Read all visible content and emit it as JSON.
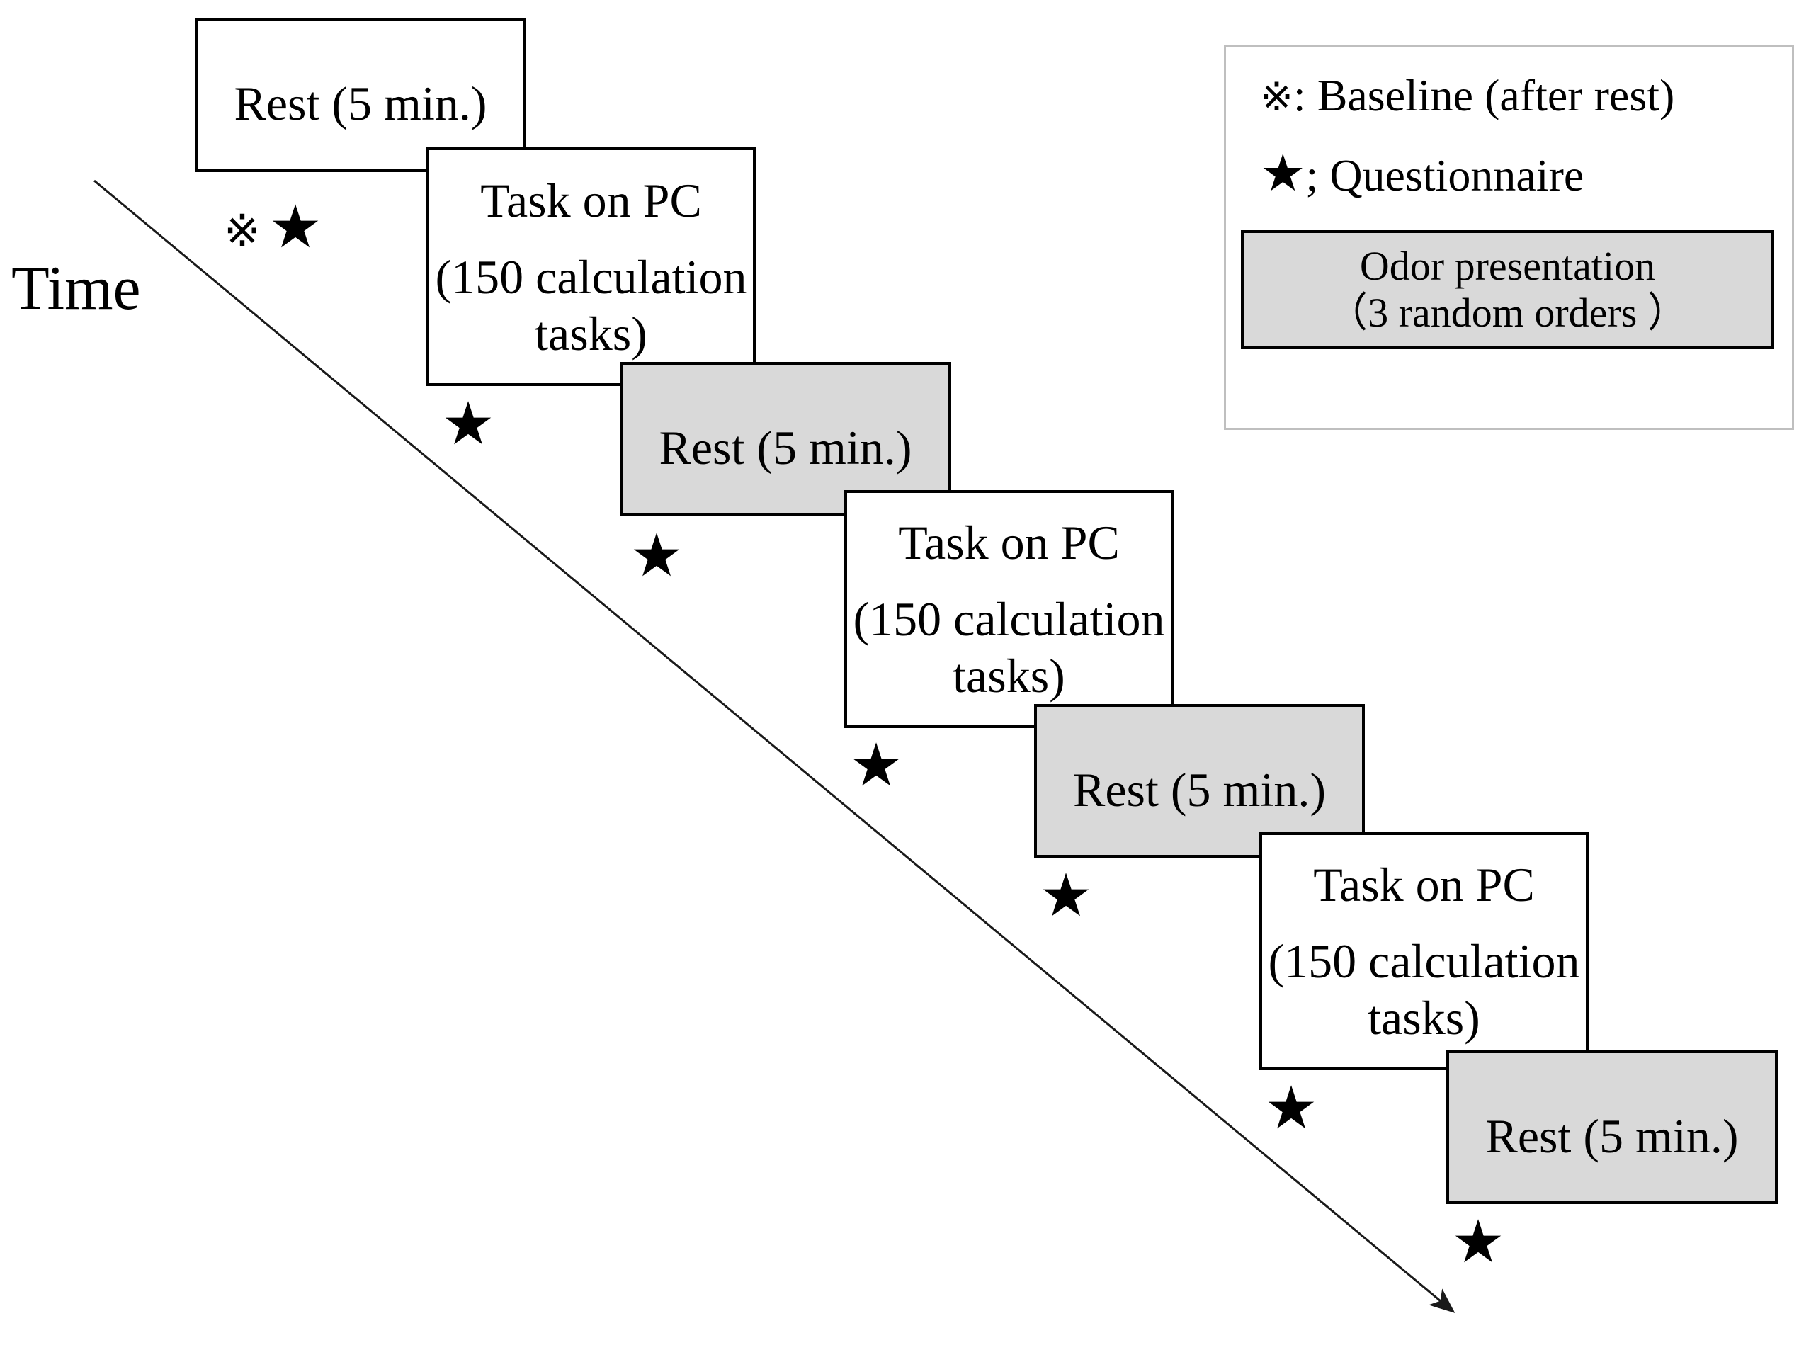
{
  "time_axis_label": "Time",
  "symbols": {
    "baseline": "※",
    "questionnaire": "★"
  },
  "sequence": [
    {
      "label": "Rest (5 min.)",
      "style": "white",
      "markers": [
        "baseline",
        "questionnaire"
      ]
    },
    {
      "title": "Task on PC",
      "subtitle": "(150 calculation tasks)",
      "lines": [
        "(150 calculation",
        "tasks)"
      ],
      "style": "white",
      "markers": [
        "questionnaire"
      ]
    },
    {
      "label": "Rest (5 min.)",
      "style": "gray",
      "markers": [
        "questionnaire"
      ]
    },
    {
      "title": "Task on PC",
      "subtitle": "(150 calculation tasks)",
      "lines": [
        "(150 calculation",
        "tasks)"
      ],
      "style": "white",
      "markers": [
        "questionnaire"
      ]
    },
    {
      "label": "Rest (5 min.)",
      "style": "gray",
      "markers": [
        "questionnaire"
      ]
    },
    {
      "title": "Task on PC",
      "subtitle": "(150 calculation tasks)",
      "lines": [
        "(150 calculation",
        "tasks)"
      ],
      "style": "white",
      "markers": [
        "questionnaire"
      ]
    },
    {
      "label": "Rest (5 min.)",
      "style": "gray",
      "markers": [
        "questionnaire"
      ]
    }
  ],
  "legend": {
    "items": [
      {
        "symbol": "※",
        "separator": ": ",
        "label": "Baseline (after rest)"
      },
      {
        "symbol": "★",
        "separator": "; ",
        "label": "Questionnaire"
      }
    ],
    "odor_box": {
      "line1": "Odor presentation",
      "line2": "（3 random orders ）"
    }
  },
  "colors": {
    "box_fill_white": "#ffffff",
    "box_fill_gray": "#d9d9d9",
    "box_border": "#000000",
    "legend_border": "#bfbfbf",
    "arrow": "#1a1a1a"
  }
}
